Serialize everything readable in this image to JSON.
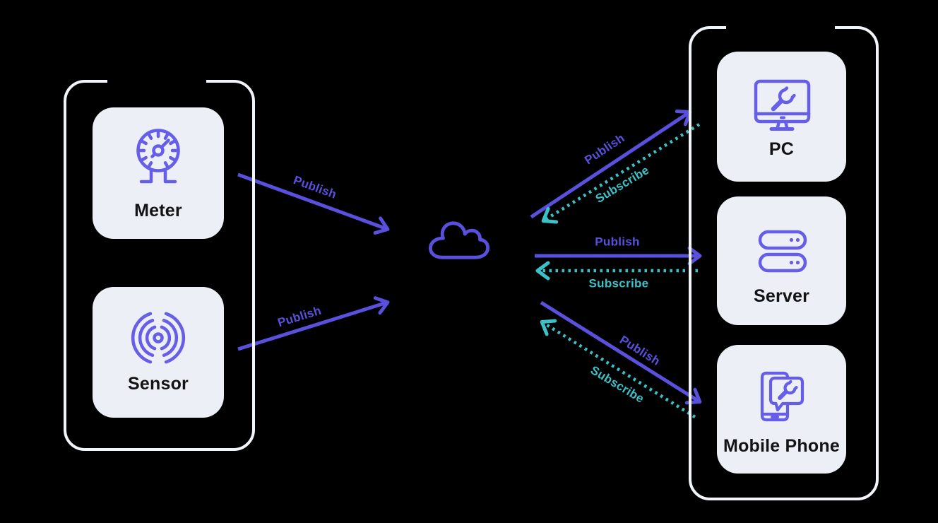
{
  "colors": {
    "background": "#000000",
    "container_border": "#F1F4F9",
    "card_background": "#ECEFF5",
    "device_label_text": "#131316",
    "publish_purple": "#5A50DE",
    "subscribe_teal": "#3BC2C9",
    "icon_purple": "#665DE9"
  },
  "publishers": {
    "items": [
      {
        "label": "Meter",
        "icon": "gauge-icon"
      },
      {
        "label": "Sensor",
        "icon": "sensor-waves-icon"
      }
    ]
  },
  "broker": {
    "icon": "cloud-icon"
  },
  "subscribers": {
    "items": [
      {
        "label": "PC",
        "icon": "pc-wrench-icon"
      },
      {
        "label": "Server",
        "icon": "server-rack-icon"
      },
      {
        "label": "Mobile Phone",
        "icon": "mobile-wrench-icon"
      }
    ]
  },
  "arrows": [
    {
      "id": "meter-publish",
      "from": "Meter",
      "to": "cloud",
      "label": "Publish",
      "style": "solid-purple"
    },
    {
      "id": "sensor-publish",
      "from": "Sensor",
      "to": "cloud",
      "label": "Publish",
      "style": "solid-purple"
    },
    {
      "id": "pc-publish",
      "from": "cloud",
      "to": "PC",
      "label": "Publish",
      "style": "solid-purple"
    },
    {
      "id": "pc-subscribe",
      "from": "PC",
      "to": "cloud",
      "label": "Subscribe",
      "style": "dotted-teal"
    },
    {
      "id": "server-publish",
      "from": "cloud",
      "to": "Server",
      "label": "Publish",
      "style": "solid-purple"
    },
    {
      "id": "server-subscribe",
      "from": "Server",
      "to": "cloud",
      "label": "Subscribe",
      "style": "dotted-teal"
    },
    {
      "id": "mobile-publish",
      "from": "cloud",
      "to": "Mobile Phone",
      "label": "Publish",
      "style": "solid-purple"
    },
    {
      "id": "mobile-subscribe",
      "from": "Mobile Phone",
      "to": "cloud",
      "label": "Subscribe",
      "style": "dotted-teal"
    }
  ]
}
